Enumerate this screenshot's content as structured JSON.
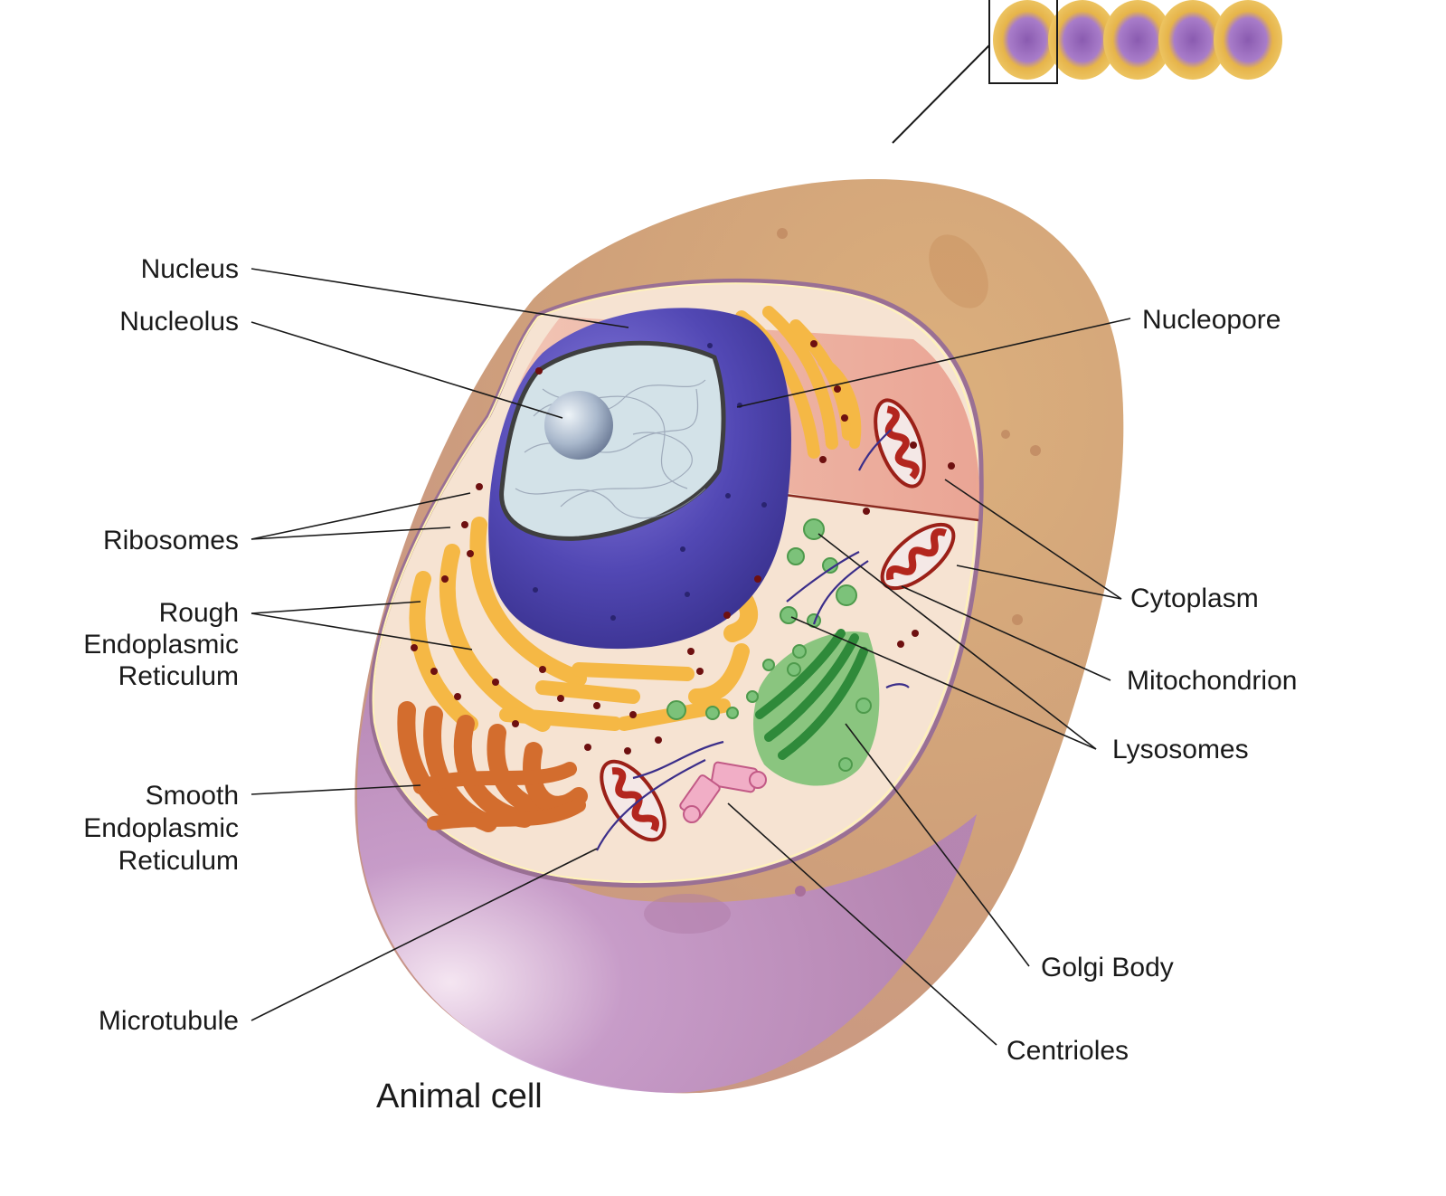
{
  "caption": "Animal cell",
  "labels": {
    "nucleus": "Nucleus",
    "nucleolus": "Nucleolus",
    "ribosomes": "Ribosomes",
    "rough_er": [
      "Rough",
      "Endoplasmic",
      "Reticulum"
    ],
    "smooth_er": [
      "Smooth",
      "Endoplasmic",
      "Reticulum"
    ],
    "microtubule": "Microtubule",
    "nucleopore": "Nucleopore",
    "cytoplasm": "Cytoplasm",
    "mitochondrion": "Mitochondrion",
    "lysosomes": "Lysosomes",
    "golgi_body": "Golgi Body",
    "centrioles": "Centrioles"
  },
  "colors": {
    "membrane_outer": "#c99a73",
    "membrane_lower": "#b98bbf",
    "cytoplasm": "#f4dcc8",
    "nucleus": "#5a52b8",
    "nucleoplasm": "#d6e4ea",
    "rough_er": "#f5b845",
    "smooth_er": "#d36d2e",
    "mitochondrion": "#b3261e",
    "golgi": "#3f9e48",
    "lysosome": "#7cc27a",
    "centriole": "#e58fae",
    "ribosome": "#6e1010",
    "tissue_cell": "#e9bb4a"
  }
}
